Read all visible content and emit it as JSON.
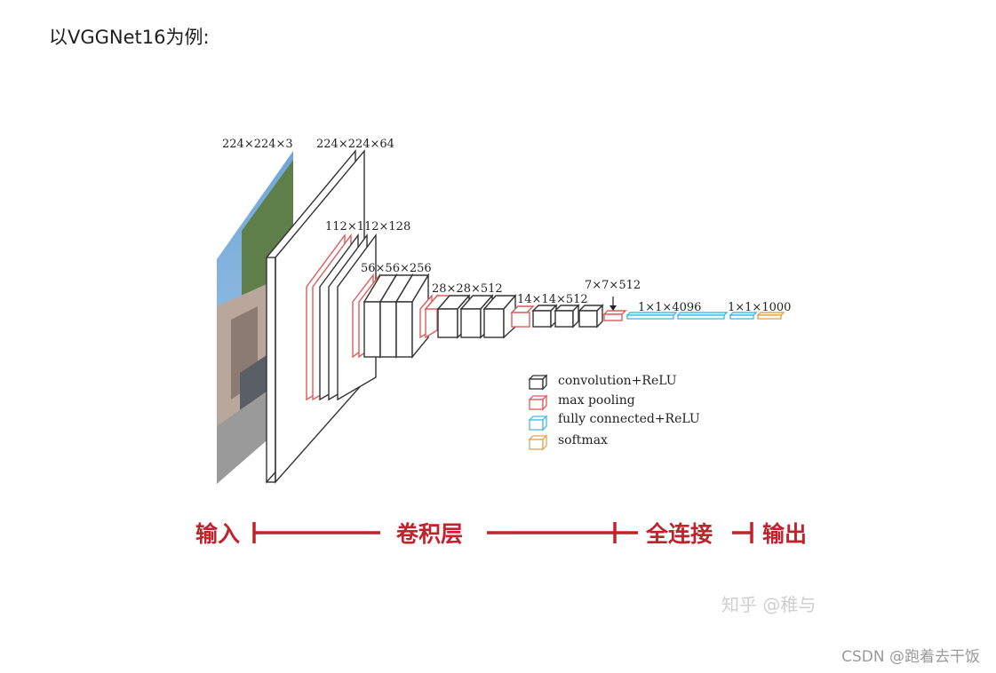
{
  "heading": "以VGGNet16为例:",
  "diagram": {
    "dimension_labels": {
      "input": "224×224×3",
      "conv1": "224×224×64",
      "conv2": "112×112×128",
      "conv3": "56×56×256",
      "conv4": "28×28×512",
      "conv5": "14×14×512",
      "pool5": "7×7×512",
      "fc1": "1×1×4096",
      "fc3": "1×1×1000"
    },
    "legend": [
      {
        "label": "convolution+ReLU",
        "color": "#333333"
      },
      {
        "label": "max pooling",
        "color": "#e05a5a"
      },
      {
        "label": "fully connected+ReLU",
        "color": "#4fb8e0"
      },
      {
        "label": "softmax",
        "color": "#e0a55a"
      }
    ],
    "sections": {
      "input": "输入",
      "conv": "卷积层",
      "fc": "全连接",
      "output": "输出"
    },
    "watermark": "知乎 @稚与"
  },
  "footer": "CSDN @跑着去干饭",
  "colors": {
    "conv_stroke": "#333333",
    "pool_stroke": "#e05a5a",
    "fc_stroke": "#4fb8e0",
    "softmax_stroke": "#e0a55a",
    "section_red": "#c0232b"
  }
}
